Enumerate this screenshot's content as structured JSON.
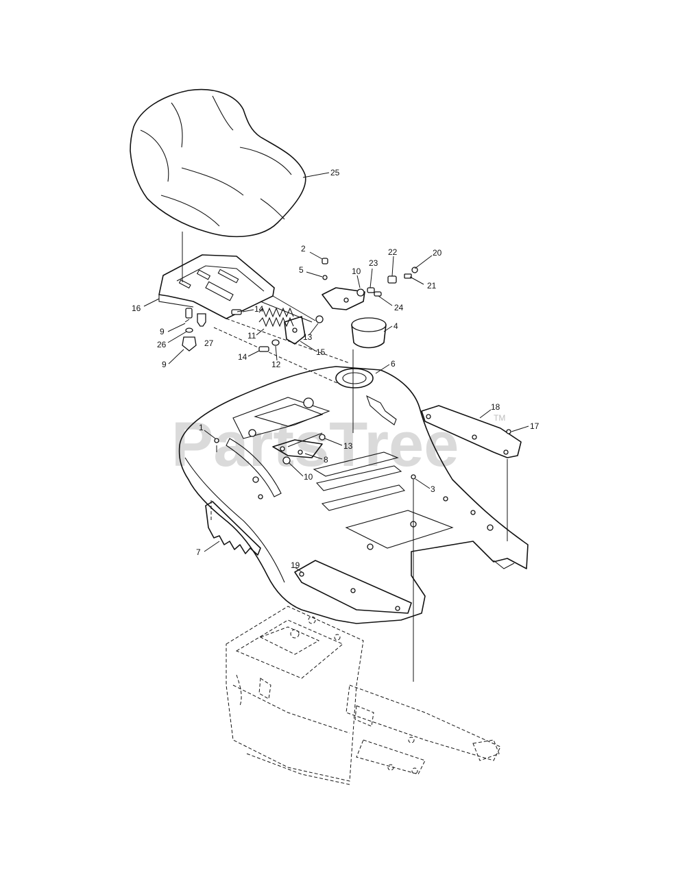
{
  "watermark": {
    "text": "PartsTree",
    "tm": "TM"
  },
  "callouts": [
    {
      "id": "c25",
      "text": "25"
    },
    {
      "id": "c2",
      "text": "2"
    },
    {
      "id": "c5",
      "text": "5"
    },
    {
      "id": "c10a",
      "text": "10"
    },
    {
      "id": "c23",
      "text": "23"
    },
    {
      "id": "c22",
      "text": "22"
    },
    {
      "id": "c20",
      "text": "20"
    },
    {
      "id": "c21",
      "text": "21"
    },
    {
      "id": "c24",
      "text": "24"
    },
    {
      "id": "c16",
      "text": "16"
    },
    {
      "id": "c14a",
      "text": "14"
    },
    {
      "id": "c9a",
      "text": "9"
    },
    {
      "id": "c26",
      "text": "26"
    },
    {
      "id": "c27",
      "text": "27"
    },
    {
      "id": "c9b",
      "text": "9"
    },
    {
      "id": "c11",
      "text": "11"
    },
    {
      "id": "c13a",
      "text": "13"
    },
    {
      "id": "c4",
      "text": "4"
    },
    {
      "id": "c14b",
      "text": "14"
    },
    {
      "id": "c15",
      "text": "15"
    },
    {
      "id": "c12",
      "text": "12"
    },
    {
      "id": "c6",
      "text": "6"
    },
    {
      "id": "c18",
      "text": "18"
    },
    {
      "id": "c17",
      "text": "17"
    },
    {
      "id": "c1",
      "text": "1"
    },
    {
      "id": "c13b",
      "text": "13"
    },
    {
      "id": "c8",
      "text": "8"
    },
    {
      "id": "c10b",
      "text": "10"
    },
    {
      "id": "c3",
      "text": "3"
    },
    {
      "id": "c7",
      "text": "7"
    },
    {
      "id": "c19",
      "text": "19"
    }
  ]
}
